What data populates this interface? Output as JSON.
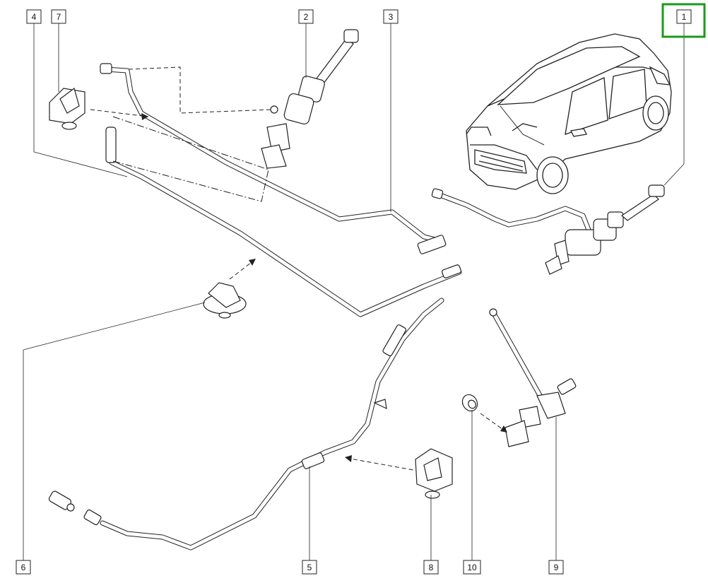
{
  "diagram": {
    "title": "Clutch hydraulic system",
    "highlight_color": "#1a9a1a",
    "line_color": "#222222",
    "callouts": [
      {
        "id": "1",
        "label": "1",
        "highlighted": true
      },
      {
        "id": "2",
        "label": "2",
        "highlighted": false
      },
      {
        "id": "3",
        "label": "3",
        "highlighted": false
      },
      {
        "id": "4",
        "label": "4",
        "highlighted": false
      },
      {
        "id": "5",
        "label": "5",
        "highlighted": false
      },
      {
        "id": "6",
        "label": "6",
        "highlighted": false
      },
      {
        "id": "7",
        "label": "7",
        "highlighted": false
      },
      {
        "id": "8",
        "label": "8",
        "highlighted": false
      },
      {
        "id": "9",
        "label": "9",
        "highlighted": false
      },
      {
        "id": "10",
        "label": "10",
        "highlighted": false
      }
    ]
  }
}
